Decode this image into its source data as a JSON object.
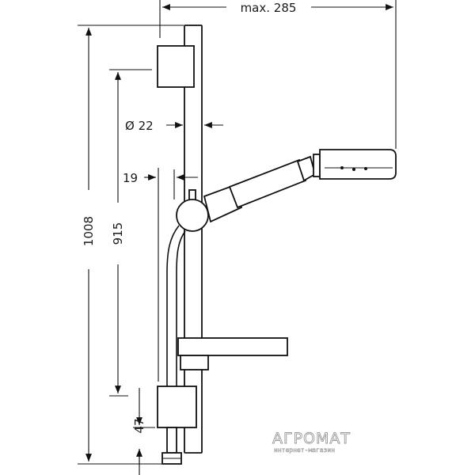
{
  "dimensions": {
    "max_reach": "max. 285",
    "total_height": "1008",
    "bar_length": "915",
    "diameter": "Ø 22",
    "wall_offset": "19",
    "bottom_offset": "47"
  },
  "watermark": {
    "brand": "АГРОМАТ",
    "tagline": "интернет-магазин"
  }
}
